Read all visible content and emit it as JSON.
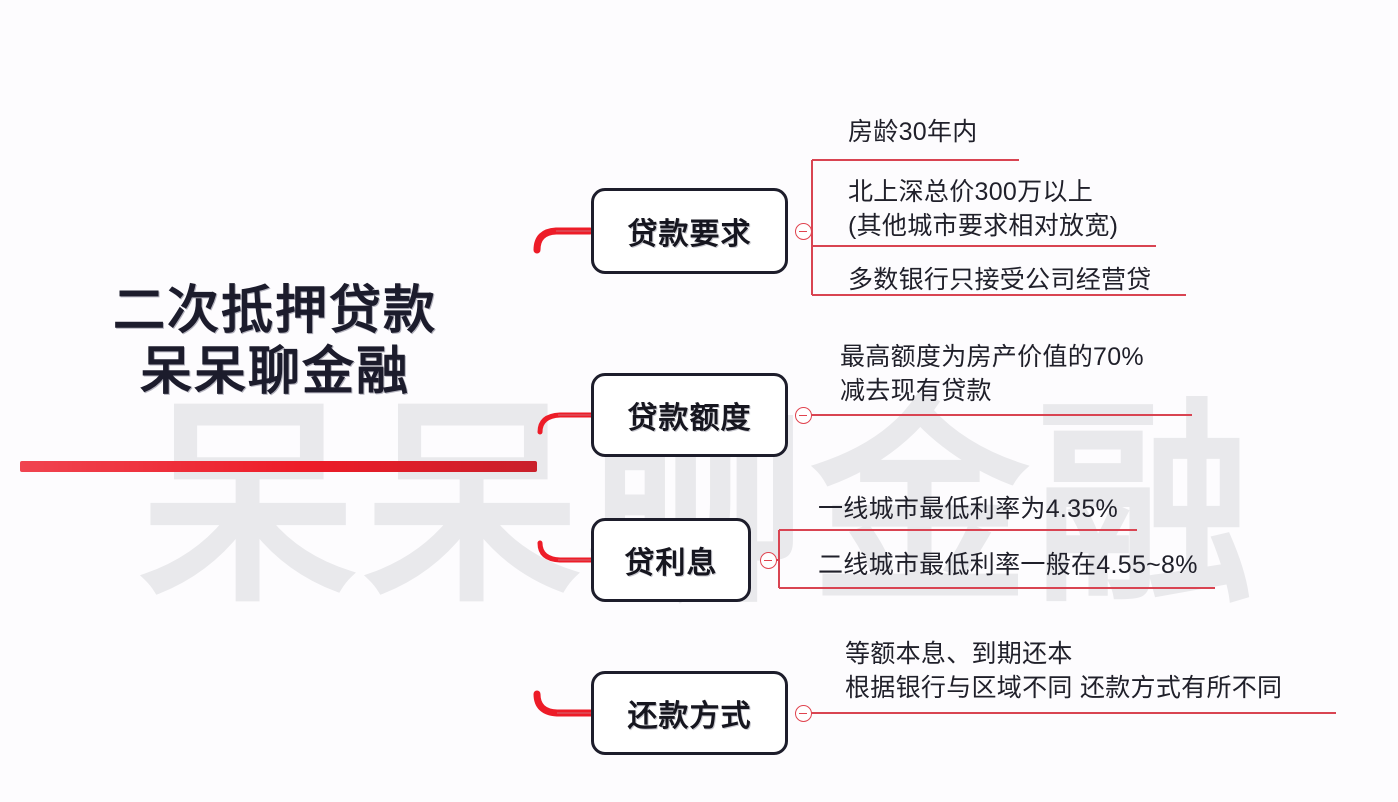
{
  "document": {
    "type": "mind-map",
    "background_color": "#fdfcfe",
    "accent_color": "#ed1c28",
    "line_color": "#d94452",
    "node_border_color": "#1d1d2b",
    "text_color": "#16161f",
    "watermark_color": "#e9e9ec"
  },
  "watermark": {
    "text": "呆呆聊金融"
  },
  "root": {
    "title_line1": "二次抵押贷款",
    "title_line2": "呆呆聊金融"
  },
  "branches": [
    {
      "id": "loan-requirements",
      "label": "贷款要求",
      "toggle_state": "expanded",
      "toggle_glyph": "minus-circle",
      "leaves": [
        {
          "line1": "房龄30年内",
          "line2": ""
        },
        {
          "line1": "北上深总价300万以上",
          "line2": "(其他城市要求相对放宽)"
        },
        {
          "line1": "多数银行只接受公司经营贷",
          "line2": ""
        }
      ]
    },
    {
      "id": "loan-amount",
      "label": "贷款额度",
      "toggle_state": "expanded",
      "toggle_glyph": "minus-circle",
      "leaves": [
        {
          "line1": "最高额度为房产价值的70%",
          "line2": "减去现有贷款"
        }
      ]
    },
    {
      "id": "loan-interest",
      "label": "贷利息",
      "toggle_state": "expanded",
      "toggle_glyph": "minus-circle",
      "leaves": [
        {
          "line1": "一线城市最低利率为4.35%",
          "line2": ""
        },
        {
          "line1": "二线城市最低利率一般在4.55~8%",
          "line2": ""
        }
      ]
    },
    {
      "id": "repayment-method",
      "label": "还款方式",
      "toggle_state": "expanded",
      "toggle_glyph": "minus-circle",
      "leaves": [
        {
          "line1": "等额本息、到期还本",
          "line2": "根据银行与区域不同 还款方式有所不同"
        }
      ]
    }
  ]
}
